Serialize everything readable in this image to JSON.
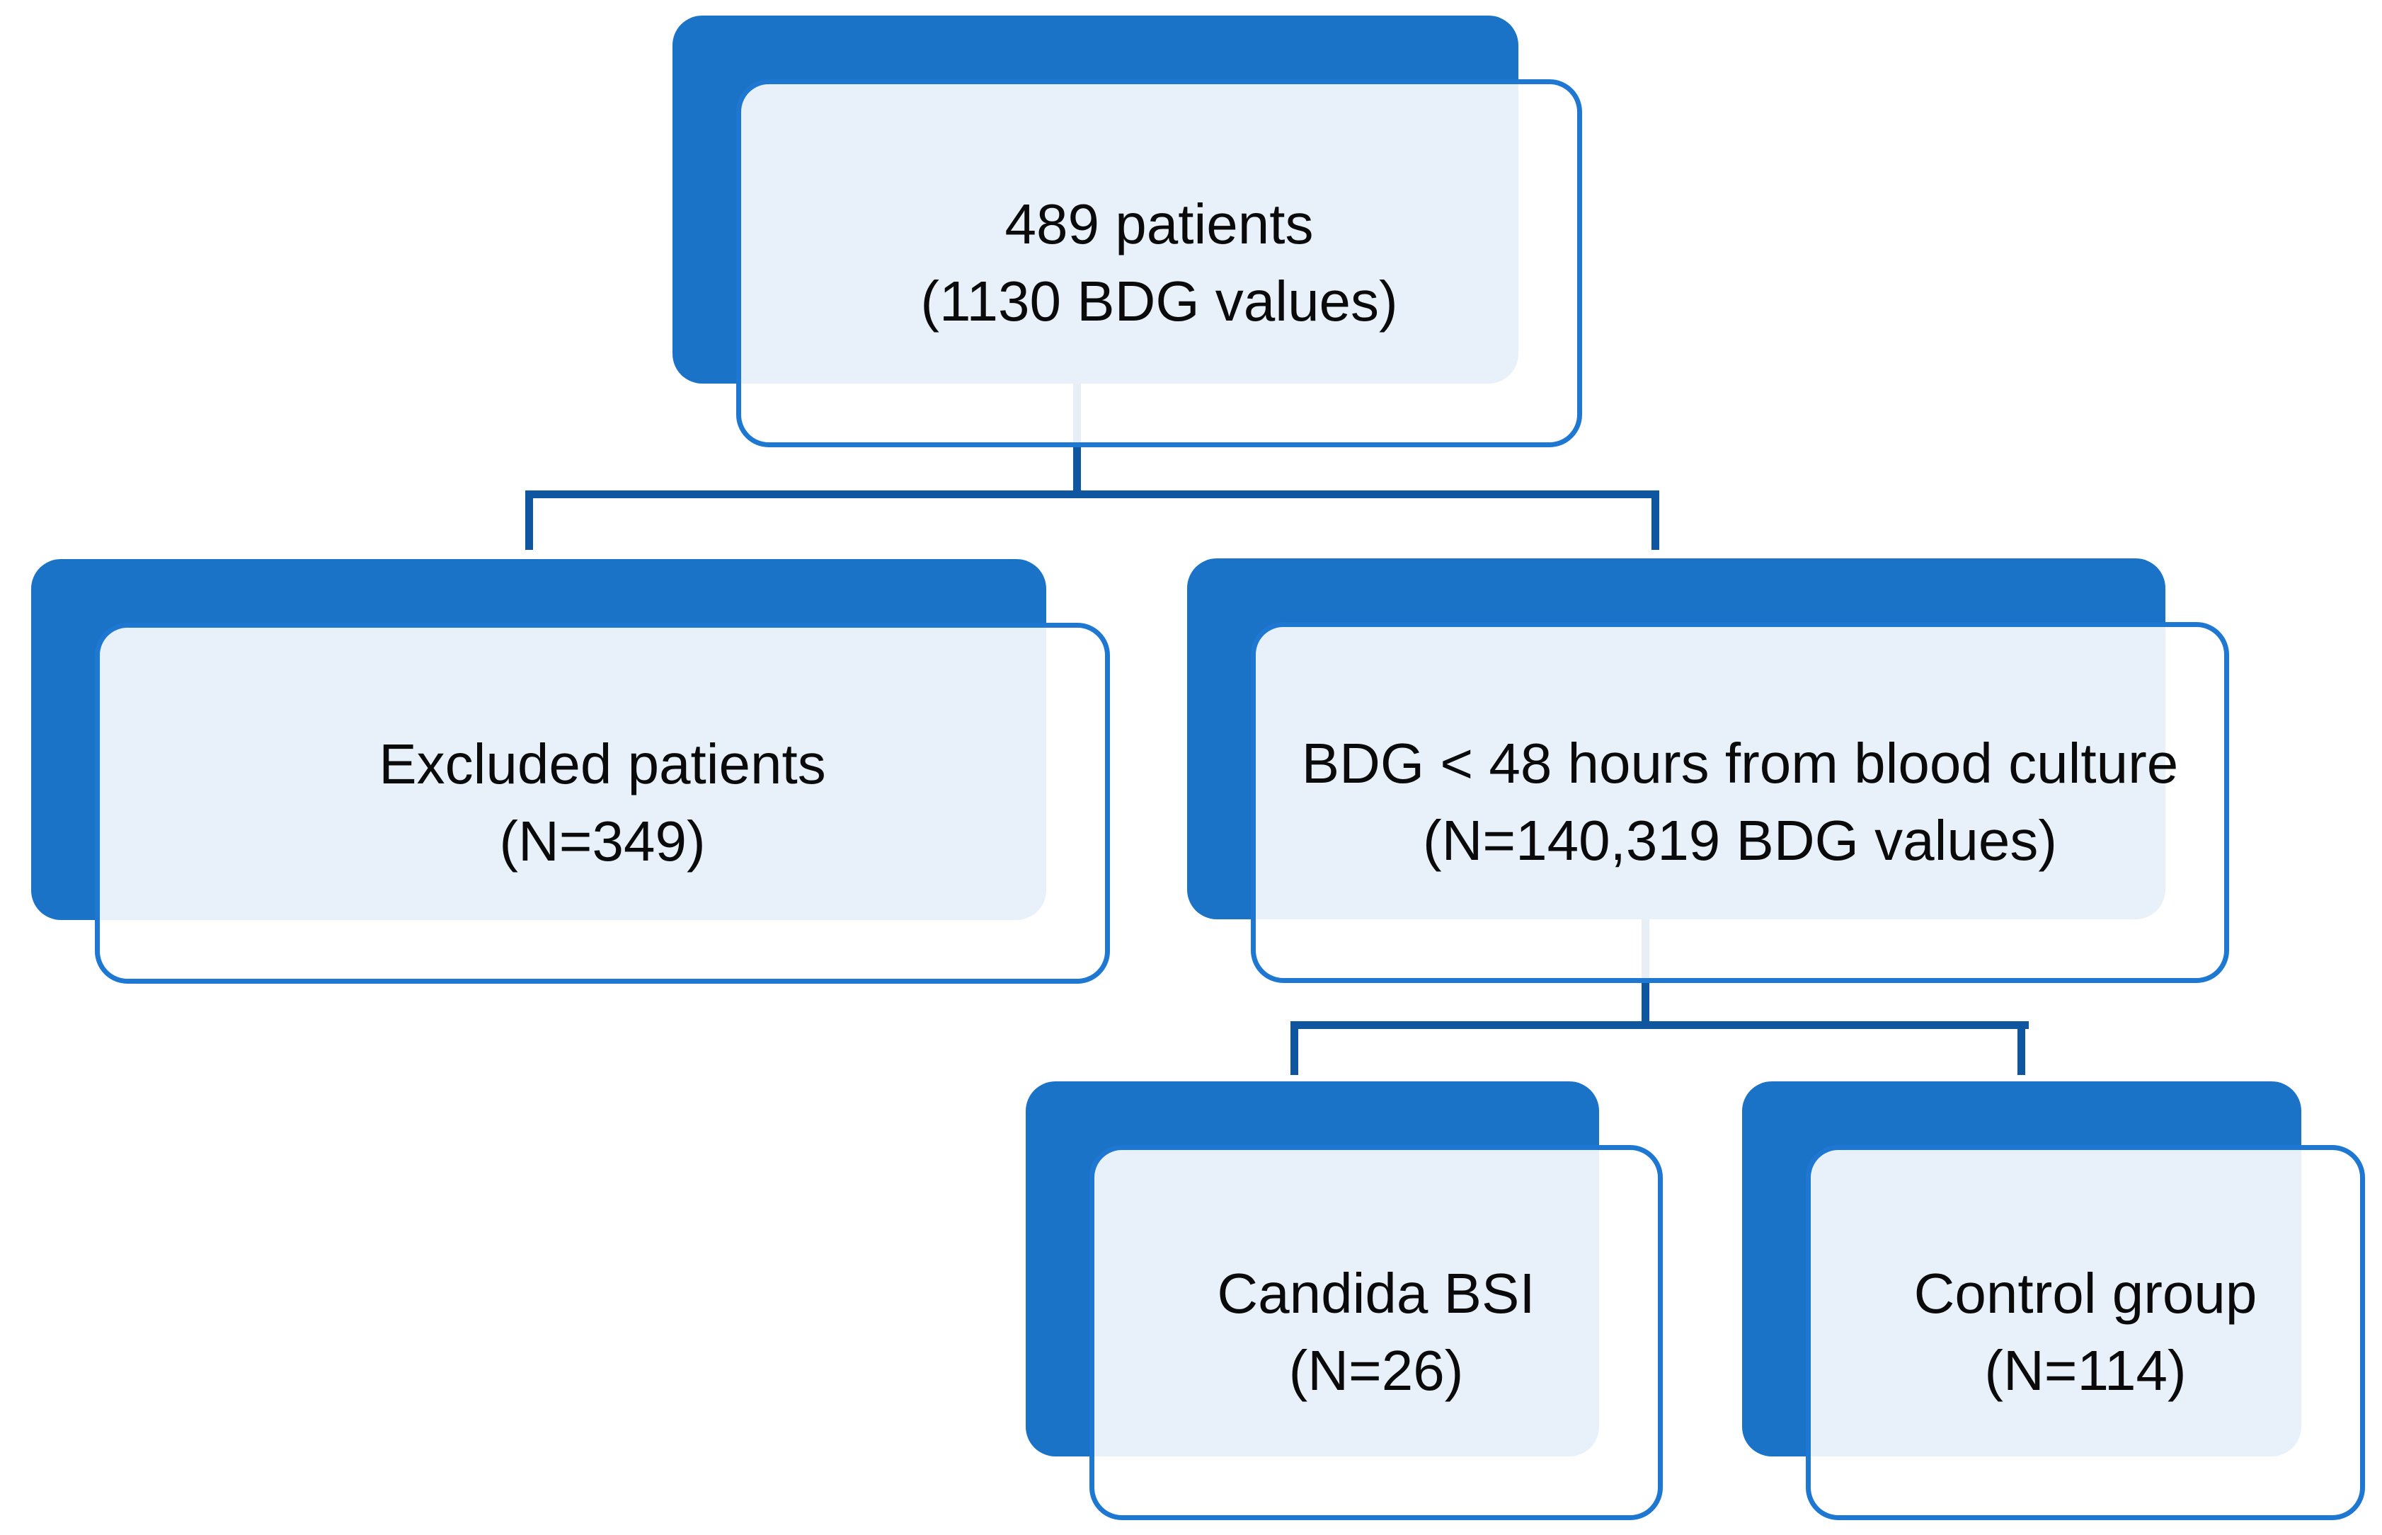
{
  "diagram": {
    "type": "flowchart",
    "title": "",
    "nodes": [
      {
        "id": "root",
        "line1": "489 patients",
        "line2": "(1130 BDG values)"
      },
      {
        "id": "excluded",
        "line1": "Excluded patients",
        "line2": "(N=349)"
      },
      {
        "id": "bdg48",
        "line1": "BDG < 48 hours from blood culture",
        "line2": "(N=140,319 BDG values)"
      },
      {
        "id": "candida",
        "line1": "Candida BSI",
        "line2": "(N=26)"
      },
      {
        "id": "control",
        "line1": "Control group",
        "line2": "(N=114)"
      }
    ],
    "edges": [
      {
        "from": "root",
        "to": "excluded"
      },
      {
        "from": "root",
        "to": "bdg48"
      },
      {
        "from": "bdg48",
        "to": "candida"
      },
      {
        "from": "bdg48",
        "to": "control"
      }
    ],
    "colors": {
      "node-fill": "#1b73c7",
      "node-border": "#1e78d2",
      "connector": "#0f56a0",
      "text": "#0a0a0a",
      "page-bg": "#ffffff"
    }
  }
}
